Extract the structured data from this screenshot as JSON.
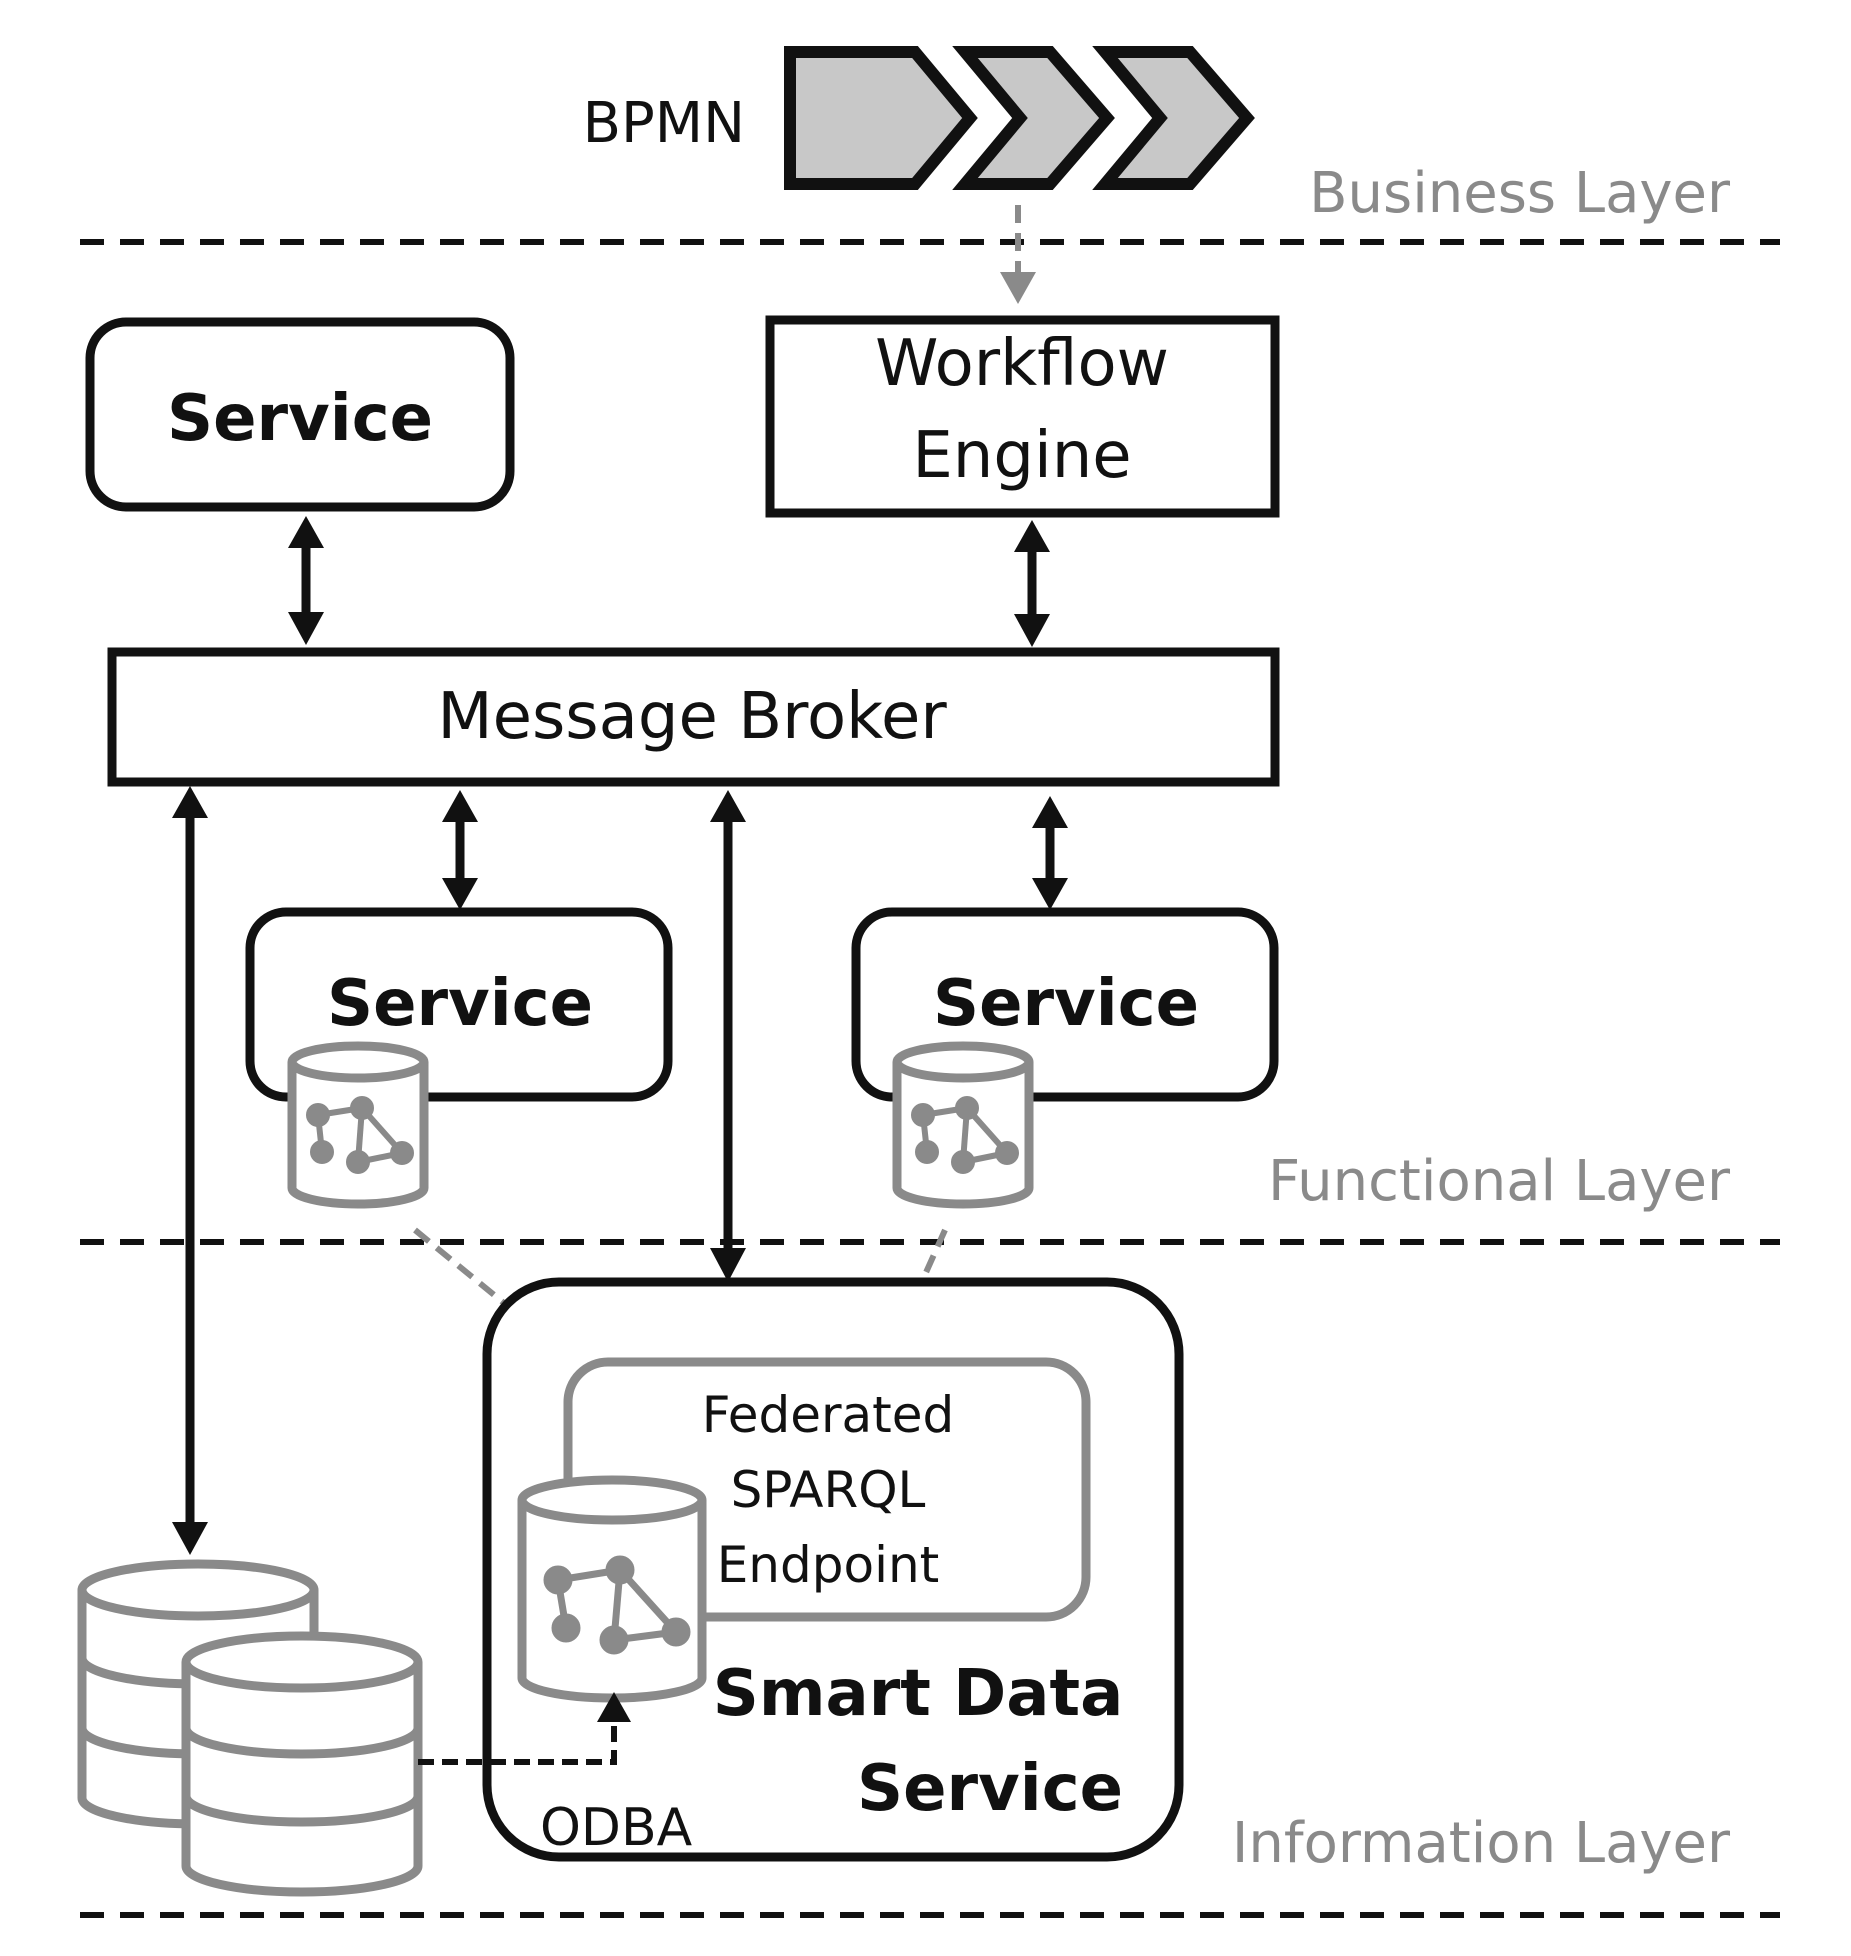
{
  "bpmn": {
    "label": "BPMN"
  },
  "layers": {
    "business": "Business Layer",
    "functional": "Functional Layer",
    "information": "Information Layer"
  },
  "nodes": {
    "service_top": "Service",
    "workflow_line1": "Workflow",
    "workflow_line2": "Engine",
    "message_broker": "Message Broker",
    "service_mid_left": "Service",
    "service_mid_right": "Service",
    "federated_line1": "Federated",
    "federated_line2": "SPARQL",
    "federated_line3": "Endpoint",
    "smart_line1": "Smart Data",
    "smart_line2": "Service",
    "odba": "ODBA"
  },
  "colors": {
    "stroke": "#111111",
    "gray": "#8a8a8a",
    "chevron_fill": "#c8c8c8"
  }
}
